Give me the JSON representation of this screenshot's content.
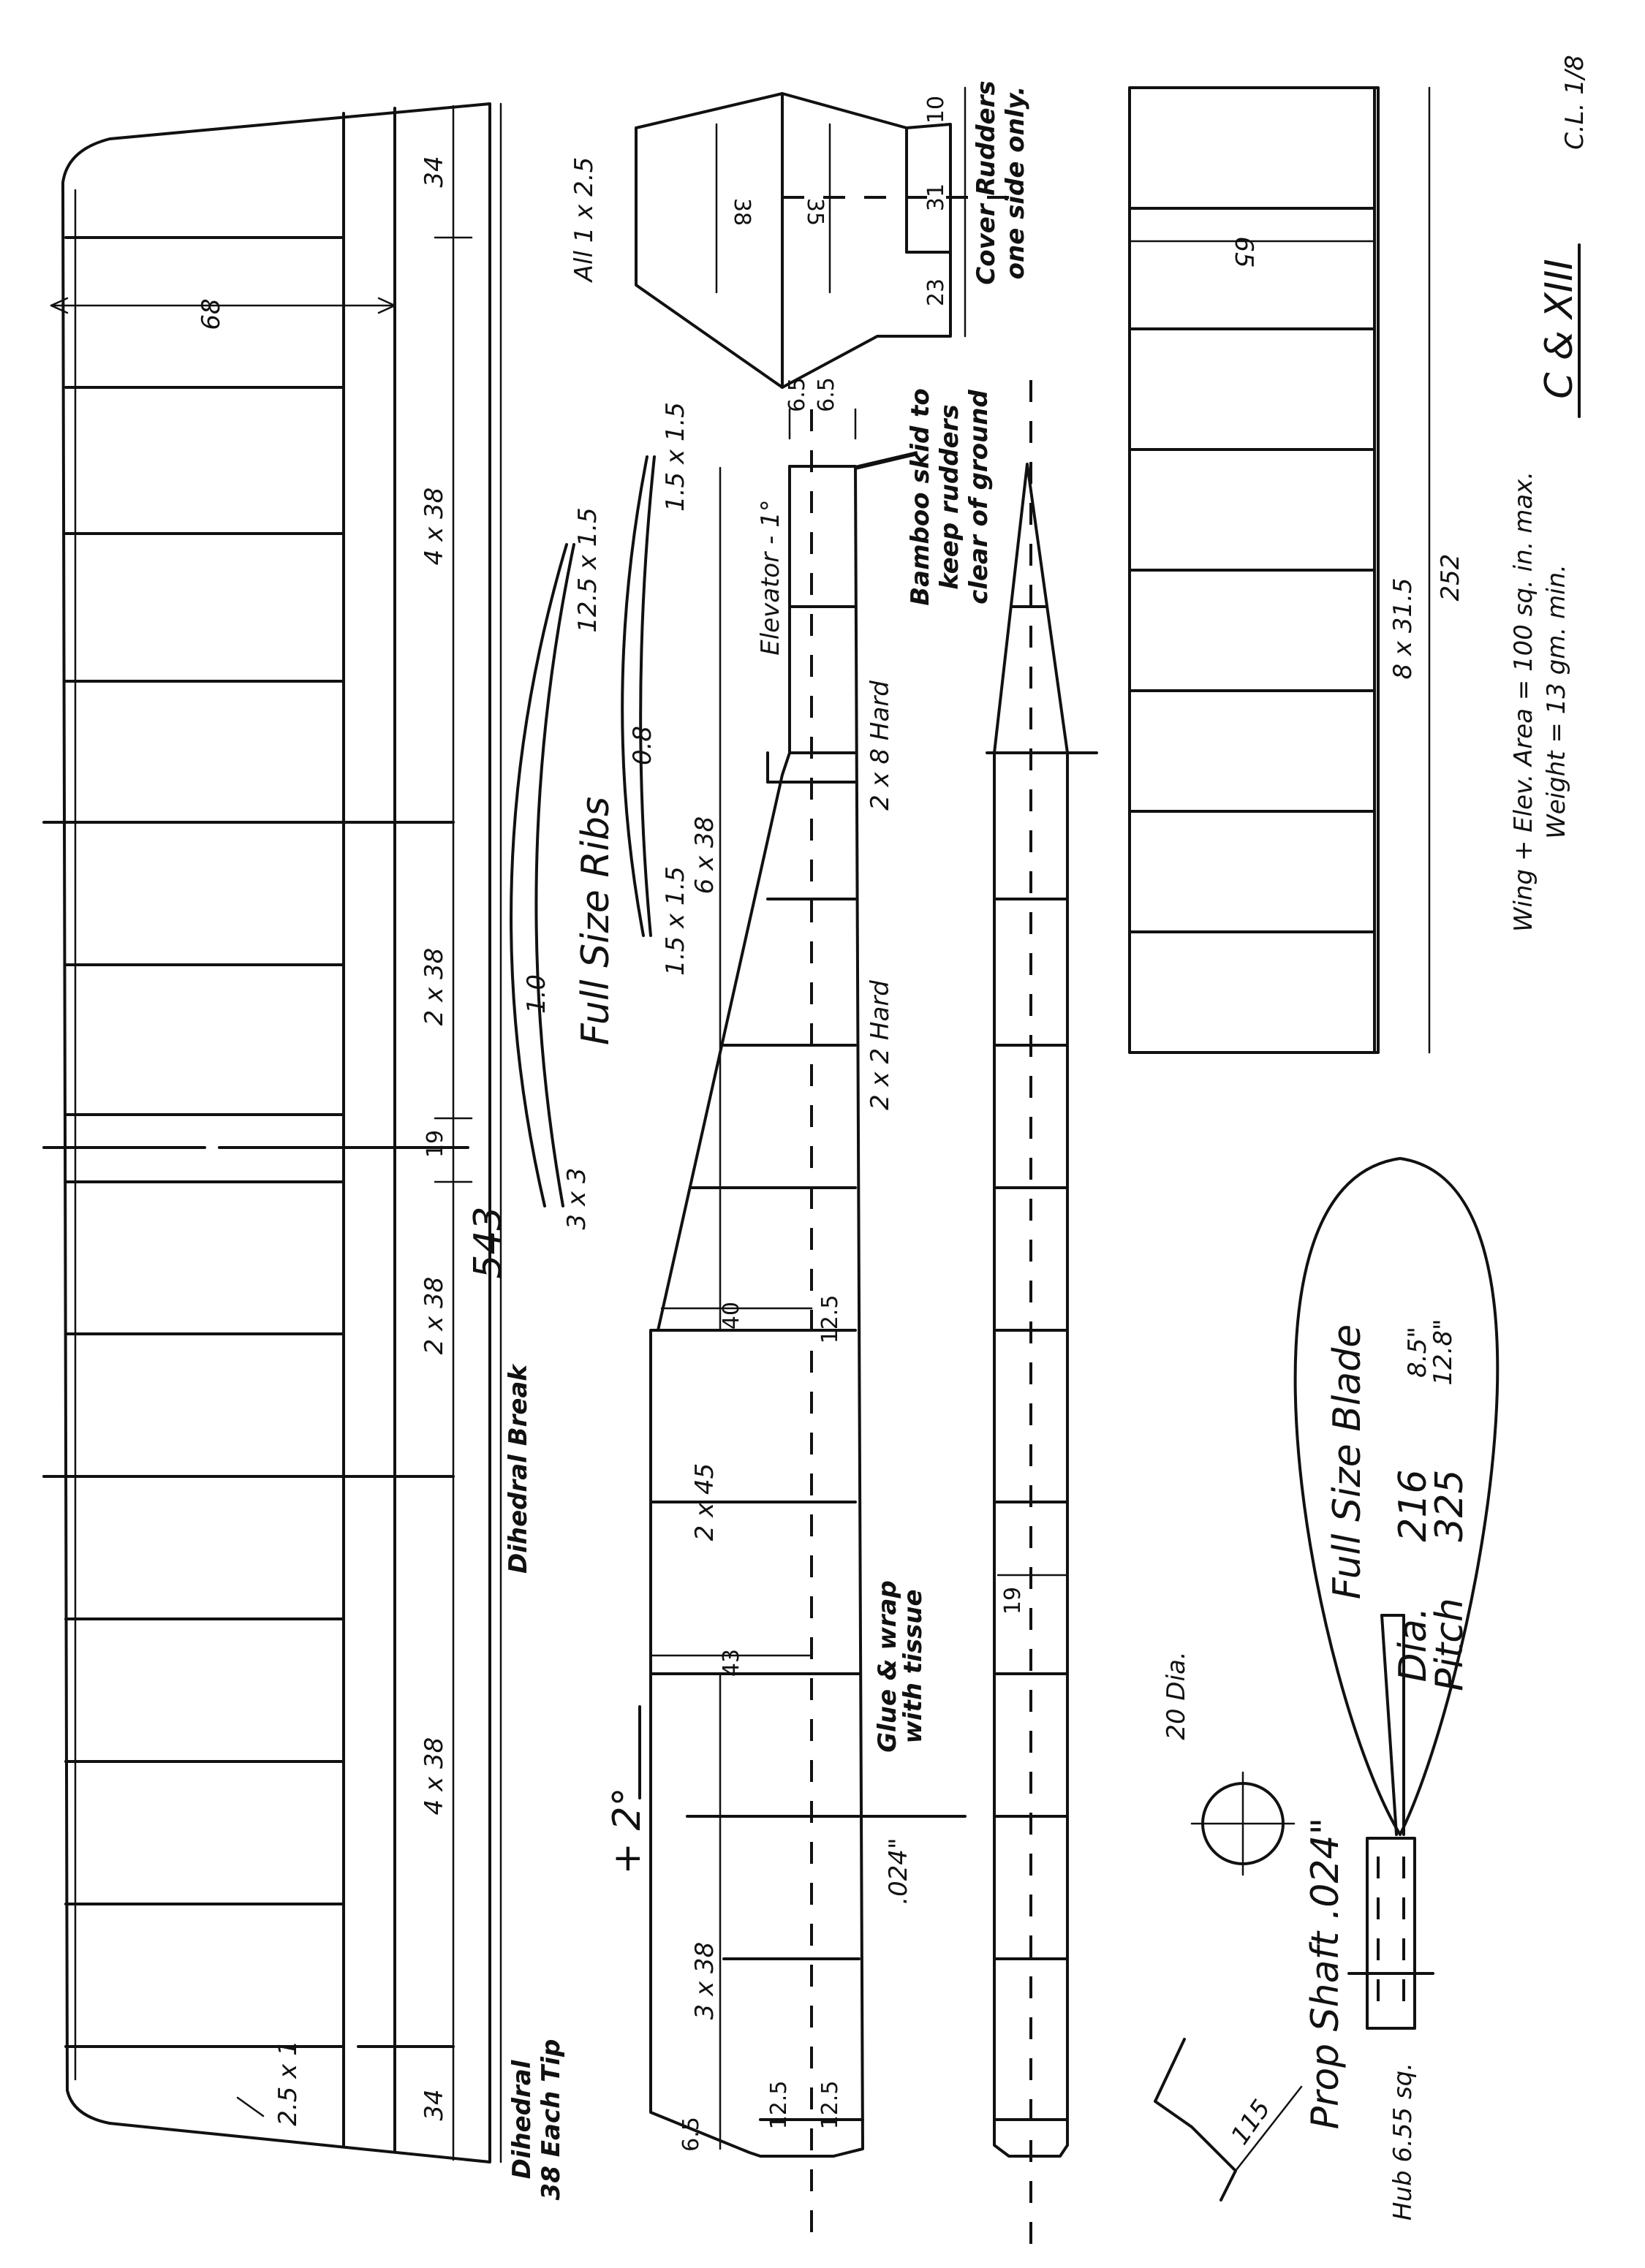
{
  "wing": {
    "chord": "68",
    "tip_span": "34",
    "bays_outer": "4 x 38",
    "bays_inner": "2 x 38",
    "centre_gap": "19",
    "total_span": "543",
    "dihedral_break": "Dihedral Break",
    "tip_spar": "2.5 x 1",
    "dihedral_tip_line1": "Dihedral",
    "dihedral_tip_line2": "38 Each Tip"
  },
  "ribs": {
    "title": "Full Size Ribs",
    "rib1_te": "12.5 x 1.5",
    "rib1_camber": "1.0",
    "rib1_le": "3 x 3",
    "rib2_te": "1.5 x 1.5",
    "rib2_camber": "0.8",
    "rib2_le": "1.5 x 1.5"
  },
  "fuselage": {
    "boom_width_front": "6.5",
    "boom_width_rear": "6.5",
    "skid_note_1": "Bamboo skid to",
    "skid_note_2": "keep rudders",
    "skid_note_3": "clear of ground",
    "elevator": "Elevator - 1°",
    "hard_1": "2 x 8 Hard",
    "boom_bays": "6 x 38",
    "hard_2": "2 x 2 Hard",
    "depth_40": "40",
    "depth_12_5": "12.5",
    "bays_2x45": "2 x 45",
    "depth_43": "43",
    "incidence": "+ 2°",
    "glue_note_1": "Glue & wrap",
    "glue_note_2": "with tissue",
    "wire": ".024\"",
    "bays_3x38": "3 x 38",
    "nose_12_5_a": "12.5",
    "nose_12_5_b": "12.5",
    "nose_6_5": "6.5",
    "stick_width": "19"
  },
  "rudder": {
    "all_note": "All 1 x 2.5",
    "h38": "38",
    "h35": "35",
    "d10": "10",
    "d31": "31",
    "d23": "23",
    "cover_note_1": "Cover Rudders",
    "cover_note_2": "one side only."
  },
  "elevator_plan": {
    "chord": "65",
    "bays": "8 x 31.5",
    "span": "252"
  },
  "spec": {
    "area_line": "Wing + Elev. Area = 100 sq. in. max.",
    "weight_line": "Weight = 13 gm. min.",
    "class": "C & XIII",
    "ident": "C.L. 1/8"
  },
  "prop": {
    "blade_title": "Full Size Blade",
    "dia_label": "Dia.",
    "pitch_label": "Pitch",
    "dia_value": "216",
    "pitch_value": "325",
    "alt_dia": "8.5\"",
    "alt_pitch": "12.8\"",
    "bearing": "20 Dia.",
    "shaft": "Prop Shaft .024\"",
    "hub": "Hub 6.55 sq.",
    "hook": "115"
  }
}
